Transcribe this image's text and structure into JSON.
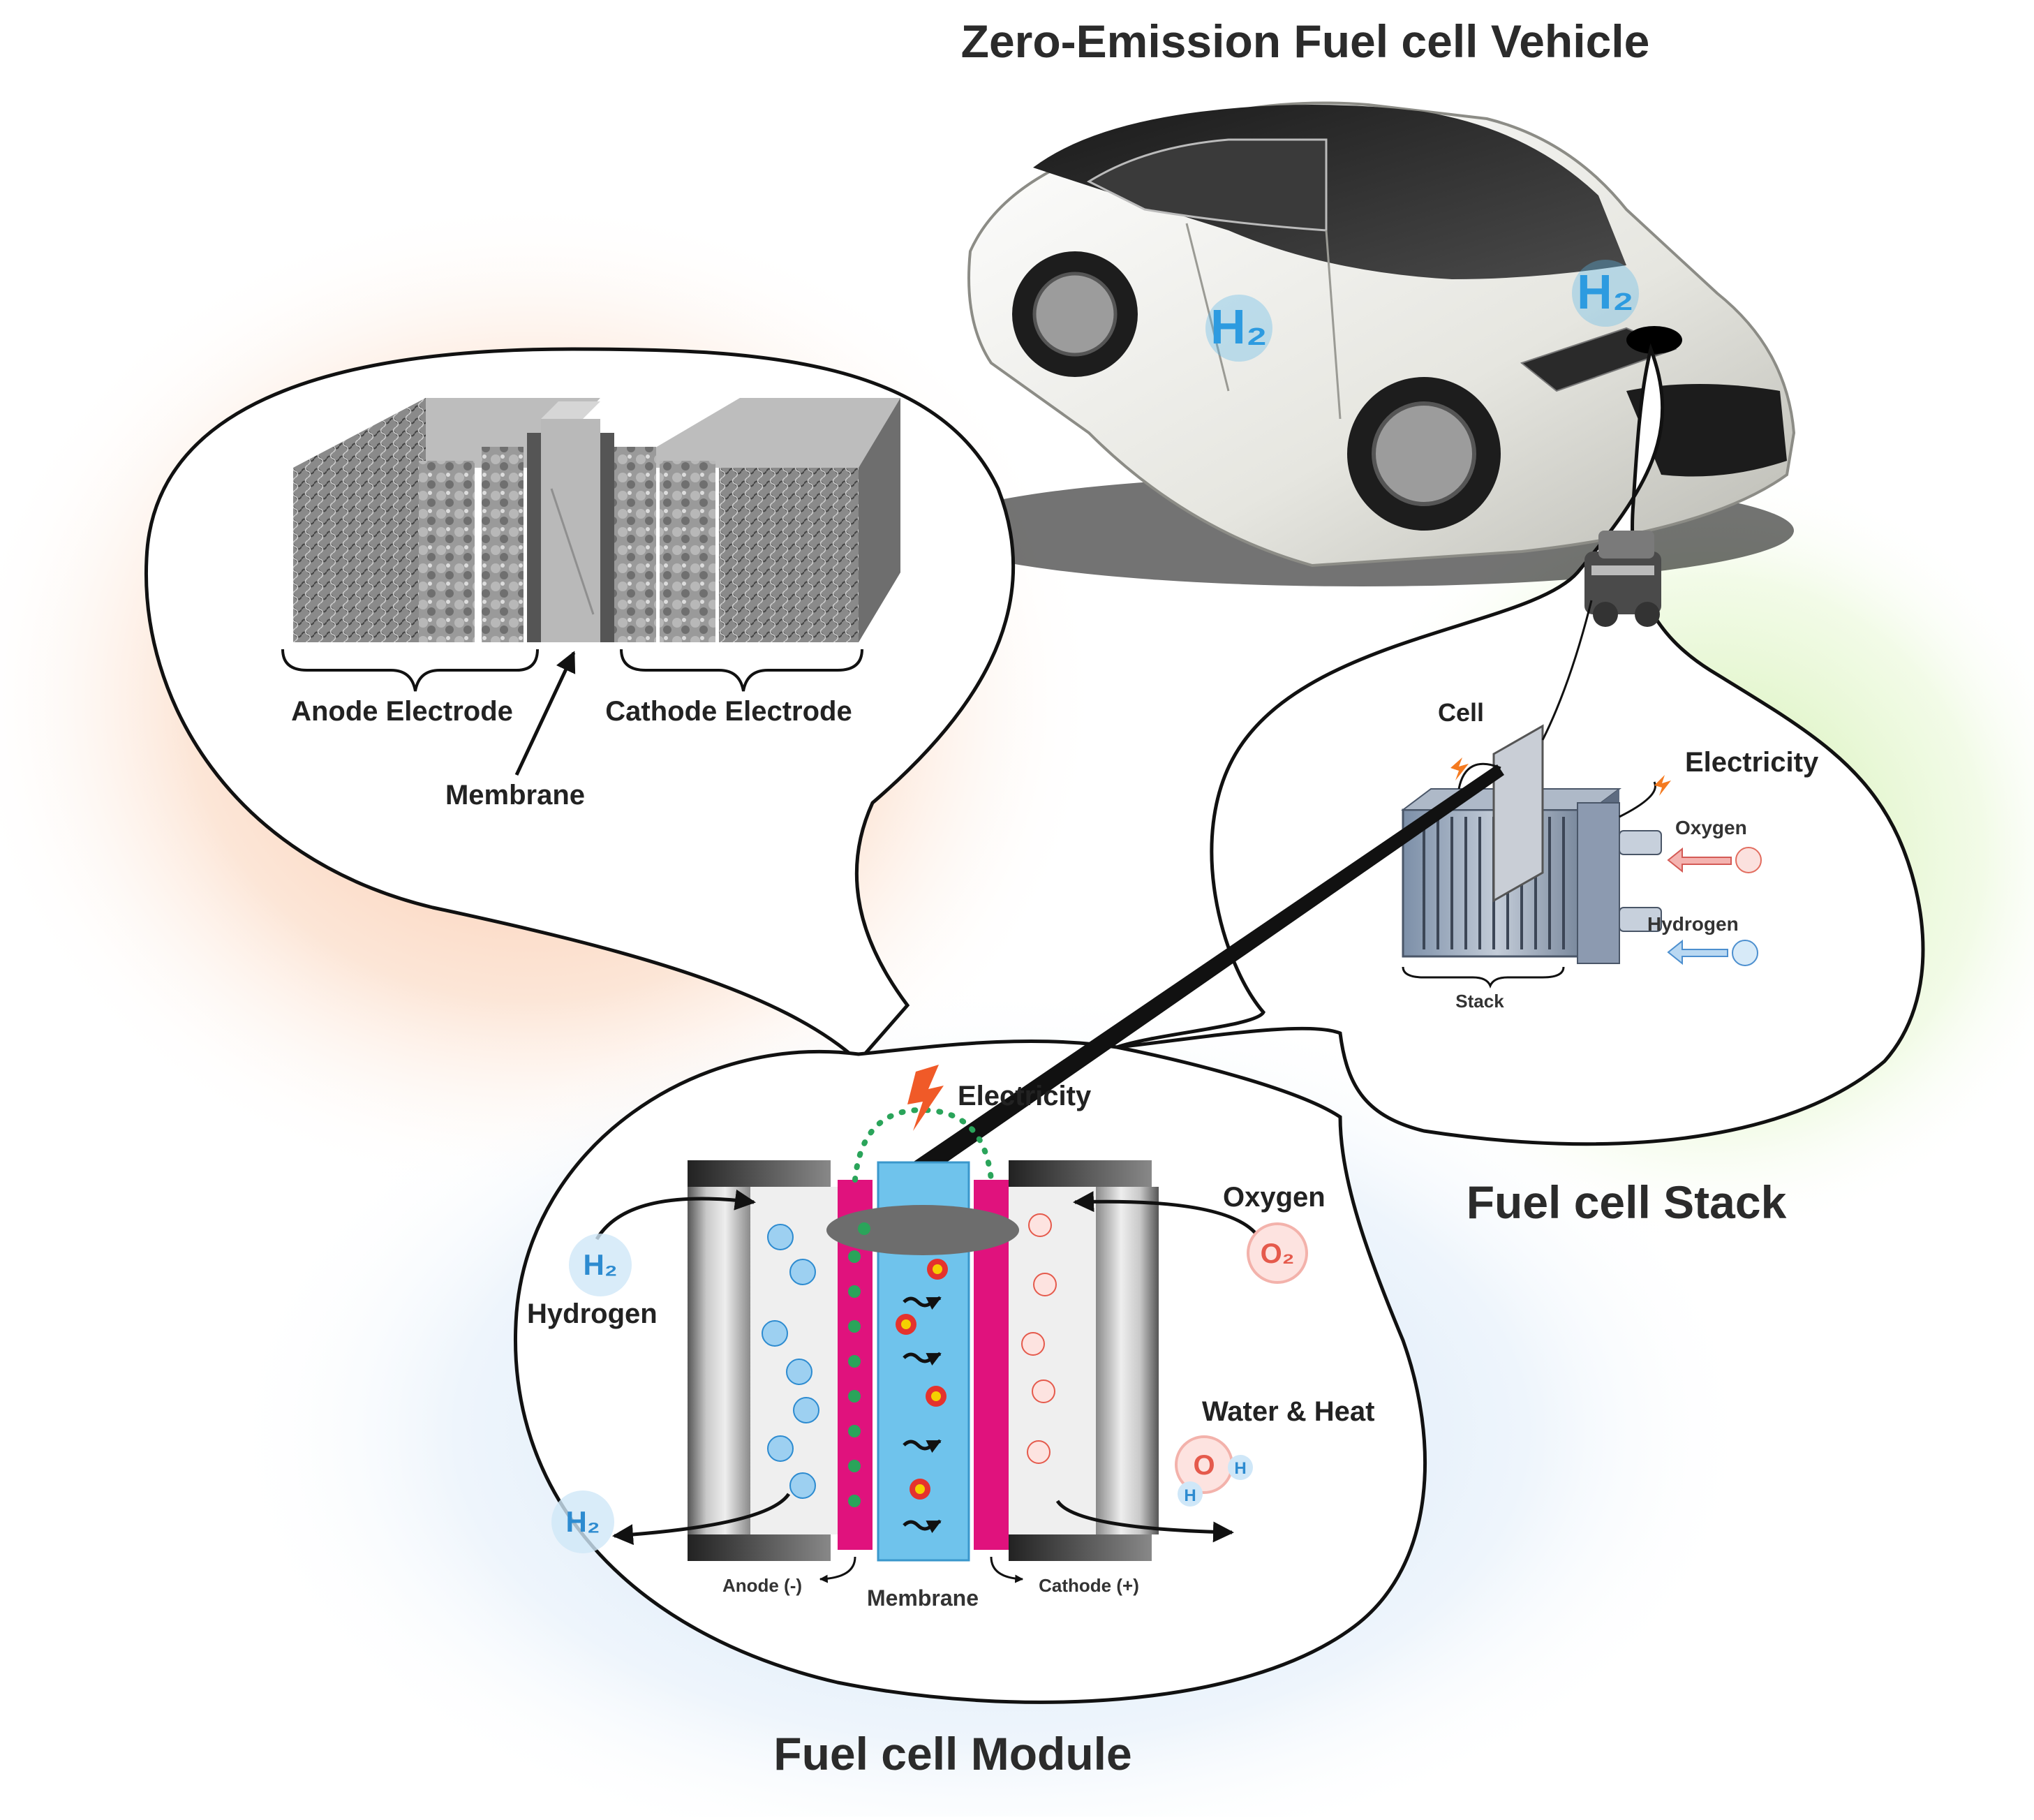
{
  "titles": {
    "vehicle": "Zero-Emission Fuel cell Vehicle",
    "stack": "Fuel cell Stack",
    "module": "Fuel cell Module"
  },
  "electrode_view": {
    "anode": "Anode Electrode",
    "cathode": "Cathode Electrode",
    "membrane": "Membrane"
  },
  "stack_view": {
    "cell": "Cell",
    "electricity": "Electricity",
    "oxygen": "Oxygen",
    "hydrogen": "Hydrogen",
    "stack": "Stack"
  },
  "module_view": {
    "electricity": "Electricity",
    "oxygen": "Oxygen",
    "hydrogen": "Hydrogen",
    "water_heat": "Water & Heat",
    "anode": "Anode (-)",
    "membrane": "Membrane",
    "cathode": "Cathode (+)"
  },
  "molecules": {
    "hydrogen": "H₂",
    "oxygen": "O₂",
    "water_o": "O",
    "water_h": "H"
  },
  "colors": {
    "glow_orange": "#f7b98e",
    "glow_green": "#c8eea0",
    "glow_blue": "#c7def5",
    "membrane_blue": "#6fc3ec",
    "catalyst_pink": "#e0127d",
    "electron_green": "#2aa45a",
    "proton_yellow": "#f5d000",
    "proton_red": "#e5322d",
    "oxygen_red": "#e55a4c",
    "hydrogen_blue": "#2d8bd0"
  }
}
